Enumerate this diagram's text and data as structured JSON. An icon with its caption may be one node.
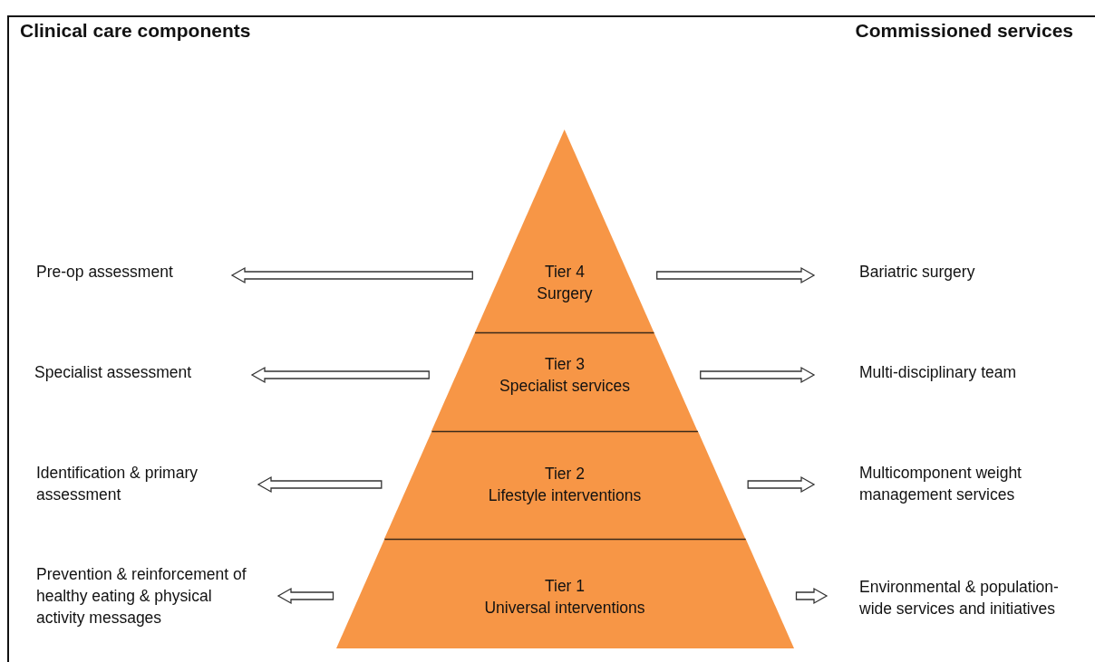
{
  "diagram": {
    "nodes": [
      {
        "text": [
          "Pre-op assessment"
        ]
      },
      {
        "text": [
          "Tier 4",
          "Surgery"
        ]
      },
      {
        "text": [
          "Bariatric surgery"
        ]
      },
      {
        "text": [
          "Specialist assessment"
        ]
      },
      {
        "text": [
          "Tier 3",
          "Specialist services"
        ]
      },
      {
        "text": [
          "Multi-disciplinary team"
        ]
      },
      {
        "text": [
          "Identification & primary assessment"
        ]
      },
      {
        "text": [
          "Tier 2",
          "Lifestyle interventions"
        ]
      },
      {
        "text": [
          "Multicomponent weight management services"
        ]
      },
      {
        "text": [
          "Prevention & reinforcement of healthy eating & physical activity messages"
        ]
      },
      {
        "text": [
          "Tier 1",
          "Universal interventions"
        ]
      },
      {
        "text": [
          "Environmental & population-wide services and initiatives"
        ]
      }
    ],
    "edges": [
      {
        "from": 1,
        "to": 0,
        "arrow": "to"
      },
      {
        "from": 1,
        "to": 2,
        "arrow": "to"
      },
      {
        "from": 4,
        "to": 3,
        "arrow": "to"
      },
      {
        "from": 4,
        "to": 5,
        "arrow": "to"
      },
      {
        "from": 7,
        "to": 6,
        "arrow": "to"
      },
      {
        "from": 7,
        "to": 8,
        "arrow": "to"
      },
      {
        "from": 10,
        "to": 9,
        "arrow": "to"
      },
      {
        "from": 10,
        "to": 11,
        "arrow": "to"
      }
    ],
    "labels": [
      "Clinical care components",
      "Commissioned services"
    ]
  }
}
